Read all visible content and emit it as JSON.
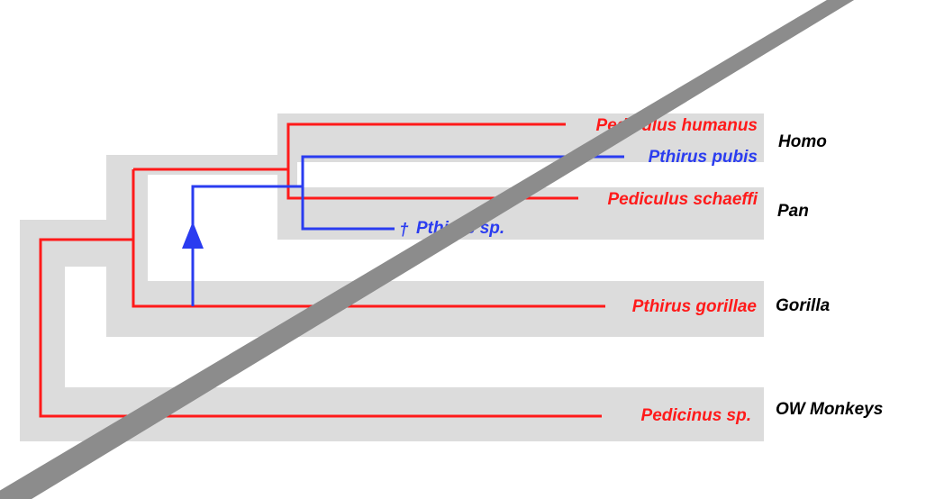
{
  "colors": {
    "host_band": "#dcdcdc",
    "pediculus_lineage": "#ff1a1a",
    "pthirus_lineage": "#2a3cf0",
    "host_text": "#000000",
    "strike_band": "#8c8c8c"
  },
  "parasites": {
    "pediculus_humanus": "Pediculus humanus",
    "pthirus_pubis": "Pthirus pubis",
    "pediculus_schaeffi": "Pediculus schaeffi",
    "pthirus_sp": "Pthirus sp.",
    "extinct_mark": "†",
    "pthirus_gorillae": "Pthirus gorillae",
    "pedicinus_sp": "Pedicinus sp."
  },
  "hosts": {
    "homo": "Homo",
    "pan": "Pan",
    "gorilla": "Gorilla",
    "ow_monkeys": "OW Monkeys"
  },
  "icons": {
    "host_switch_arrow": "arrow-up-icon",
    "extinct_marker": "dagger-icon"
  }
}
